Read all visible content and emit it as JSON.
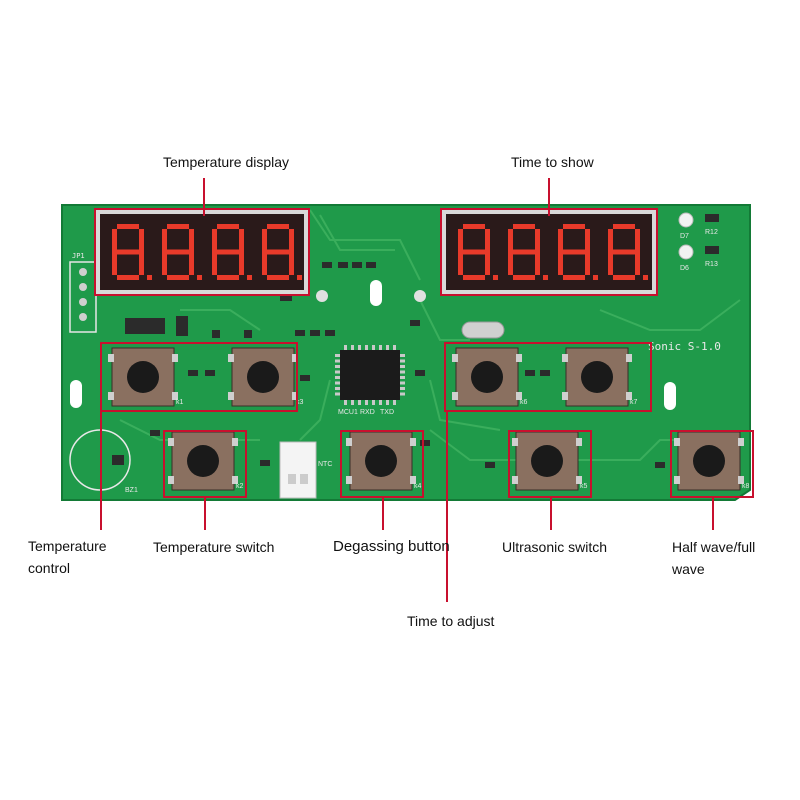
{
  "labels": {
    "temperature_display": "Temperature display",
    "time_to_show": "Time to show",
    "temperature_control": "Temperature control",
    "temperature_switch": "Temperature switch",
    "degassing_button": "Degassing button",
    "ultrasonic_switch": "Ultrasonic switch",
    "half_wave_full_wave": "Half wave/full wave",
    "time_to_adjust": "Time to adjust"
  },
  "board": {
    "model": "Sonic S-1.0",
    "silk_jp": "JP1",
    "silk_mcu": "MCU1",
    "silk_rxd": "RXD",
    "silk_txd": "TXD",
    "silk_ntc": "NTC",
    "silk_bz": "BZ1",
    "silk_keys": [
      "k1",
      "k2",
      "k3",
      "k4",
      "k5",
      "k6",
      "k7",
      "k8"
    ],
    "silk_leds": [
      "D7",
      "D6"
    ],
    "silk_res": [
      "R12",
      "R13"
    ]
  },
  "displays": {
    "left_digits": [
      "8",
      "8",
      "8",
      "8"
    ],
    "right_digits": [
      "8",
      "8",
      "8",
      "8"
    ]
  },
  "colors": {
    "pcb_green": "#1f9a4a",
    "pcb_dark": "#137a36",
    "callout_red": "#c8102e",
    "segment_red": "#e83a2a"
  }
}
